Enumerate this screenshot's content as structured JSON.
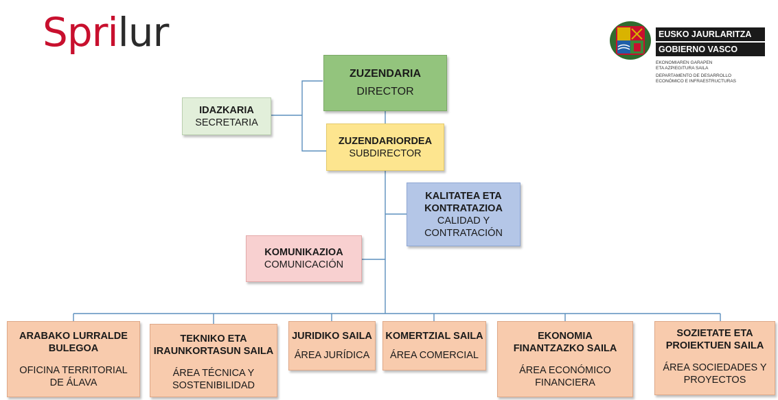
{
  "logo": {
    "part1": "Spri",
    "part2": "lur"
  },
  "government": {
    "line1": "EUSKO JAURLARITZA",
    "line2": "GOBIERNO VASCO",
    "dept_eu": "EKONOMIAREN GARAPEN\nETA AZPIEGITURA SAILA",
    "dept_es": "DEPARTAMENTO DE DESARROLLO\nECONÓMICO E INFRAESTRUCTURAS"
  },
  "org": {
    "director": {
      "title": "ZUZENDARIA",
      "subtitle": "DIRECTOR",
      "color": "#93c47d"
    },
    "secretary": {
      "title": "IDAZKARIA",
      "subtitle": "SECRETARIA",
      "color": "#e2efda"
    },
    "subdirector": {
      "title": "ZUZENDARIORDEA",
      "subtitle": "SUBDIRECTOR",
      "color": "#fde58f"
    },
    "quality": {
      "title": "KALITATEA ETA\nKONTRATAZIOA",
      "subtitle": "CALIDAD Y\nCONTRATACIÓN",
      "color": "#b4c6e7"
    },
    "communication": {
      "title": "KOMUNIKAZIOA",
      "subtitle": "COMUNICACIÓN",
      "color": "#f8d0d0"
    },
    "departments": [
      {
        "title": "ARABAKO LURRALDE\nBULEGOA",
        "subtitle": "OFICINA TERRITORIAL\nDE ÁLAVA"
      },
      {
        "title": "TEKNIKO ETA\nIRAUNKORTASUN SAILA",
        "subtitle": "ÁREA TÉCNICA Y\nSOSTENIBILIDAD"
      },
      {
        "title": "JURIDIKO SAILA",
        "subtitle": "ÁREA JURÍDICA"
      },
      {
        "title": "KOMERTZIAL SAILA",
        "subtitle": "ÁREA COMERCIAL"
      },
      {
        "title": "EKONOMIA\nFINANTZAZKO SAILA",
        "subtitle": "ÁREA ECONÓMICO\nFINANCIERA"
      },
      {
        "title": "SOZIETATE ETA\nPROIEKTUEN SAILA",
        "subtitle": "ÁREA SOCIEDADES Y\nPROYECTOS"
      }
    ],
    "department_color": "#f8cbad"
  }
}
